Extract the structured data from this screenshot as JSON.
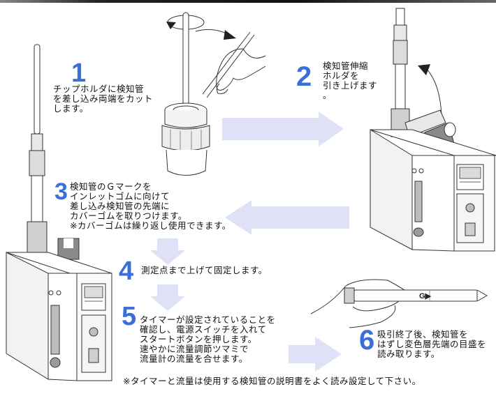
{
  "colors": {
    "step_number": "#3a6fd8",
    "flow_arrow": "#dfe2f7",
    "device_shade": "#cfcfcf",
    "device_dark": "#8a8a8a"
  },
  "steps": [
    {
      "number": "1",
      "text": "チップホルダに検知管\nを差し込み両端をカット\nします。"
    },
    {
      "number": "2",
      "text": "検知管伸縮\nホルダを\n引き上げます\n。"
    },
    {
      "number": "3",
      "text": "検知管のＧマークを\nインレットゴムに向けて\n差し込み検知管の先端に\nカバーゴムを取りつけます。\n※カバーゴムは繰り返し使用できます。"
    },
    {
      "number": "4",
      "text": "測定点まで上げて固定します。"
    },
    {
      "number": "5",
      "text": "タイマーが設定されていることを\n確認し、電源スイッチを入れて\nスタートボタンを押します。\n速やかに流量調節ツマミで\n流量計の流量を合せます。"
    },
    {
      "number": "6",
      "text": "吸引終了後、検知管を\nはずし変色層先端の目盛を\n読み取ります。"
    }
  ],
  "footnote": "※タイマーと流量は使用する検知管の説明書をよく読み設定して下さい。",
  "tube_mark": "G▶",
  "icons": {
    "flow_arrows": [
      "arrow-right",
      "arrow-left",
      "arrow-down",
      "arrow-down",
      "arrow-right"
    ],
    "rotation": "rotate-arrow-icon",
    "lift": "curved-up-arrow-icon"
  }
}
